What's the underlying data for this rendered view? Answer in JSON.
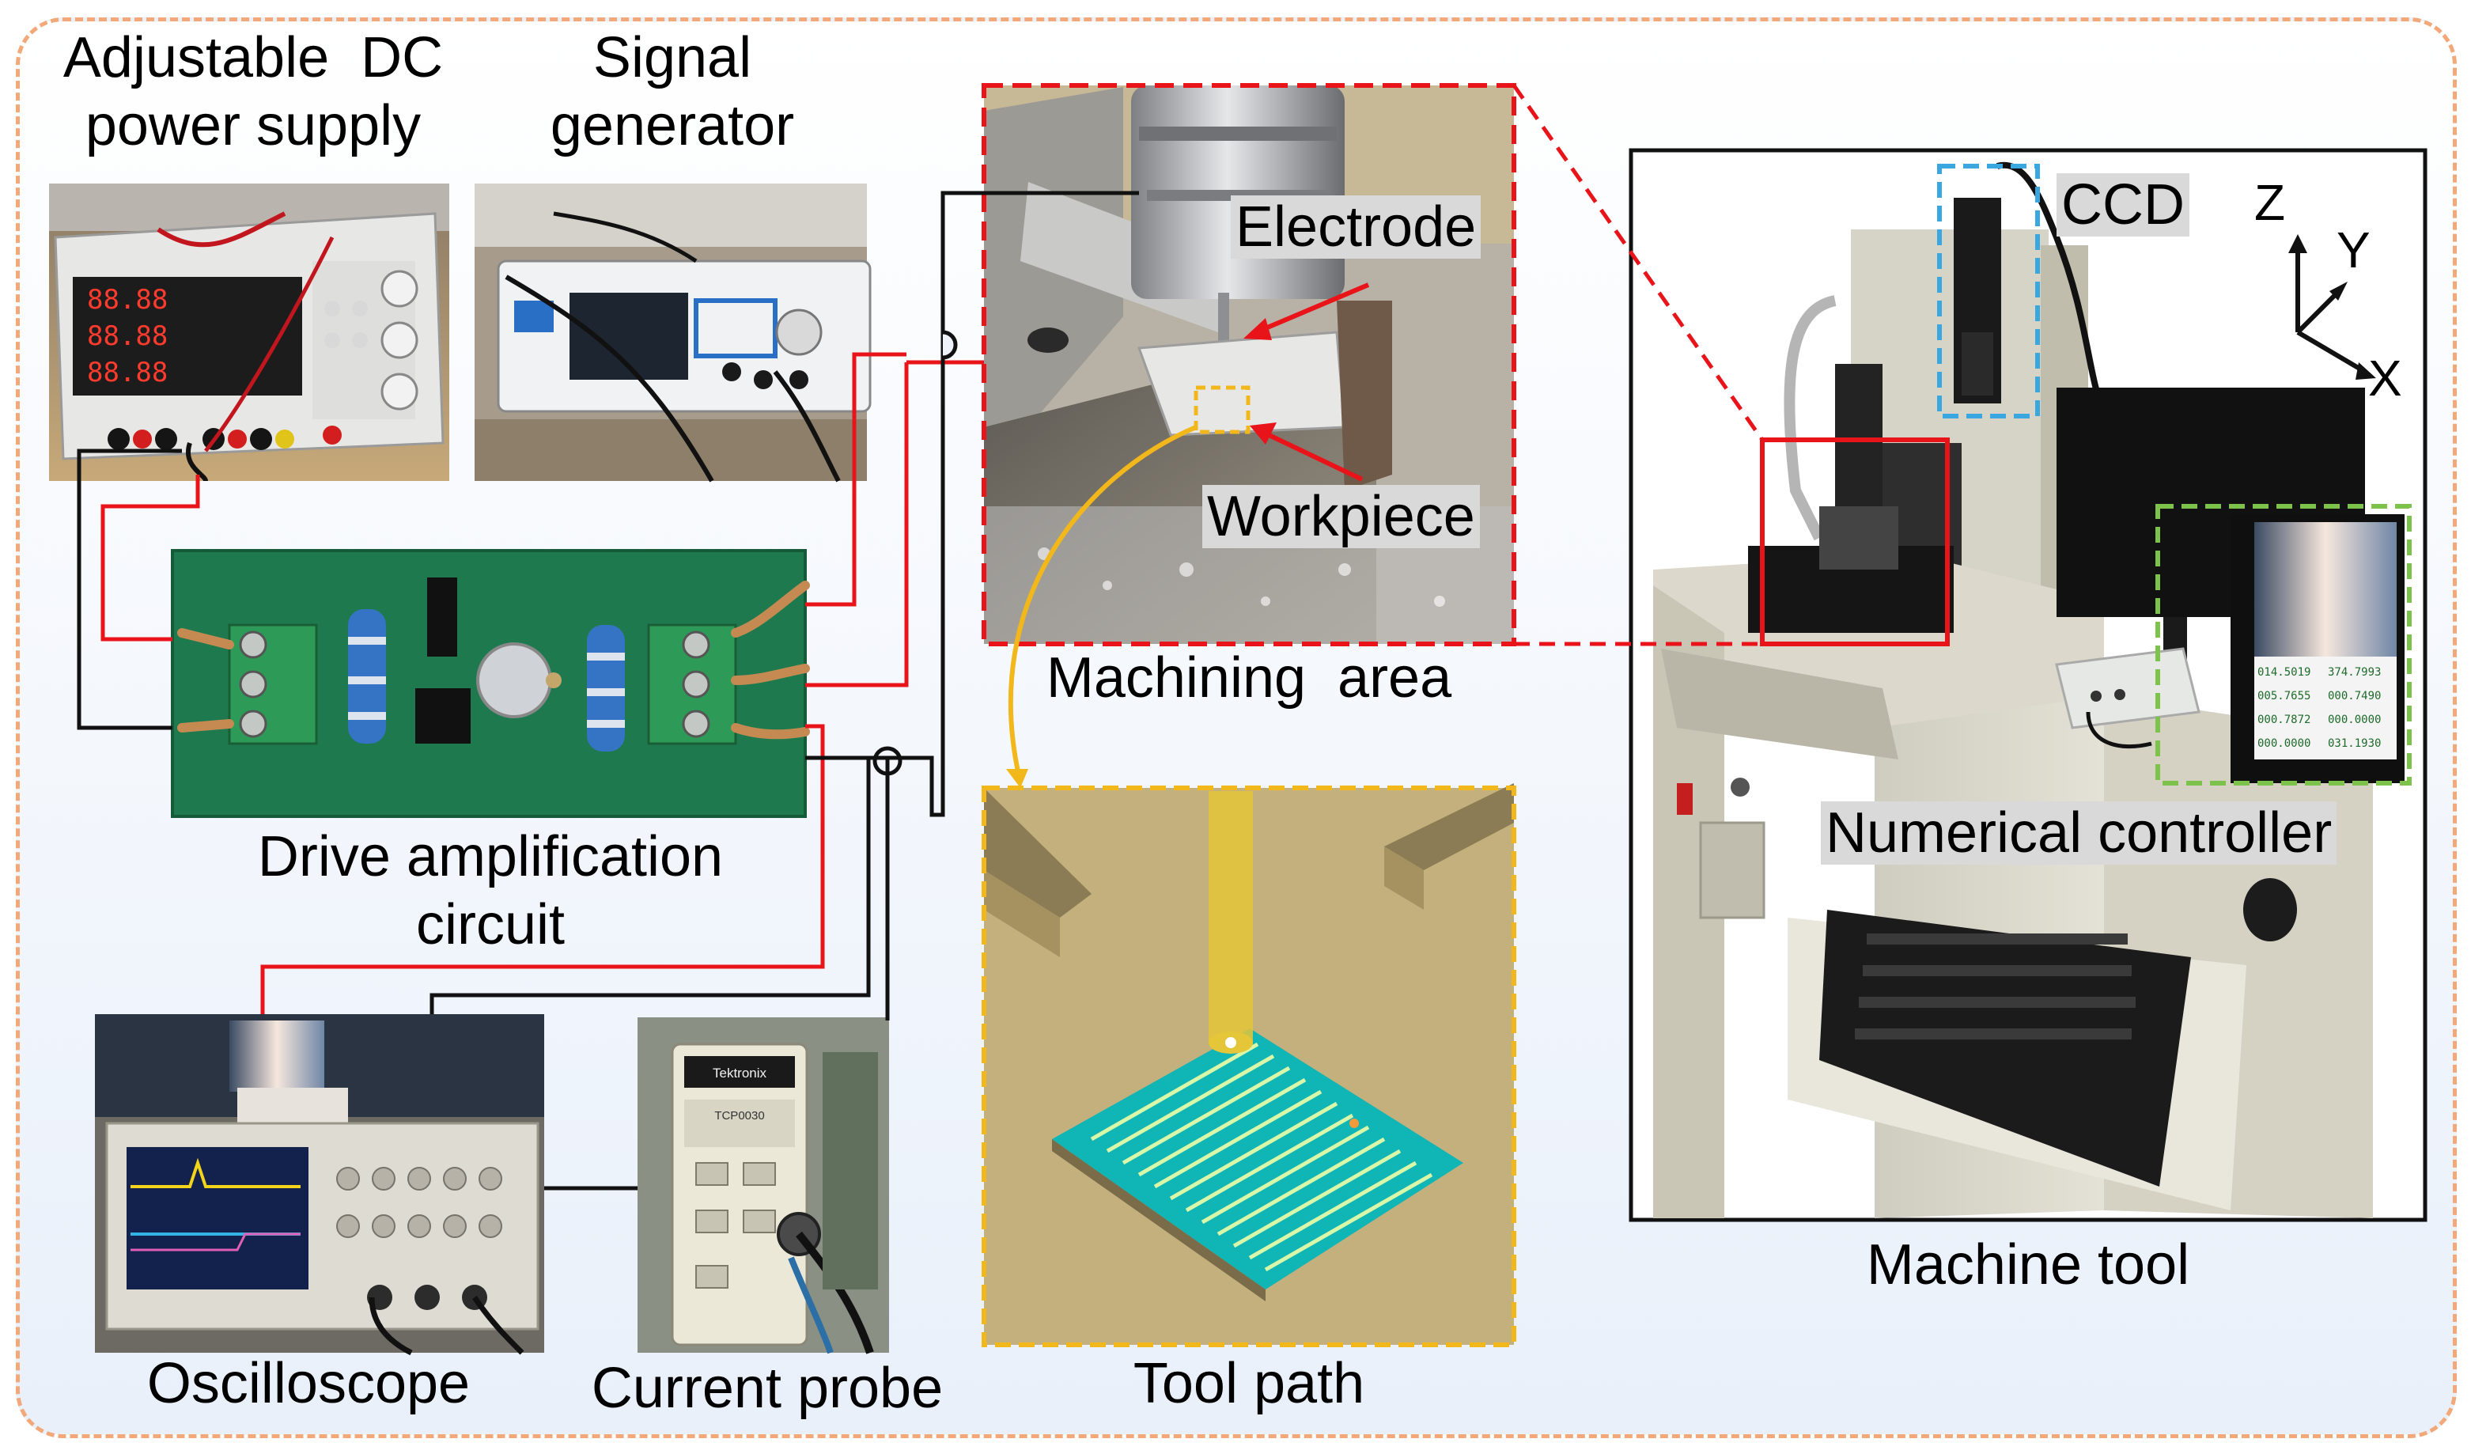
{
  "labels": {
    "power_supply": "Adjustable  DC",
    "power_supply_2": "power supply",
    "signal_generator": "Signal",
    "signal_generator_2": "generator",
    "drive_circuit": "Drive amplification",
    "drive_circuit_2": "circuit",
    "oscilloscope": "Oscilloscope",
    "current_probe": "Current probe",
    "electrode": "Electrode",
    "workpiece": "Workpiece",
    "machining_area": "Machining  area",
    "tool_path": "Tool path",
    "ccd": "CCD",
    "numerical_controller": "Numerical controller",
    "machine_tool": "Machine tool",
    "axis_z": "Z",
    "axis_y": "Y",
    "axis_x": "X"
  },
  "display": {
    "ps_readout_1": "88.88",
    "ps_readout_2": "88.88",
    "ps_readout_3": "88.88",
    "probe_brand": "Tektronix",
    "probe_model": "TCP0030",
    "nc_readout": [
      "014.5019",
      "374.7993",
      "005.7655",
      "000.7490",
      "000.7872",
      "000.0000",
      "000.0000",
      "031.1930"
    ]
  },
  "colors": {
    "frame_border": "#f2a878",
    "wire_red": "#e8141a",
    "wire_black": "#111111",
    "machining_box": "#e8141a",
    "ccd_box": "#3aa7e0",
    "controller_box": "#7dc24a",
    "toolpath_box": "#f2b71a",
    "toolpath_arrow": "#f2b71a",
    "pcb_green": "#1e7a4e",
    "toolpath_cyan": "#10b5b5"
  }
}
